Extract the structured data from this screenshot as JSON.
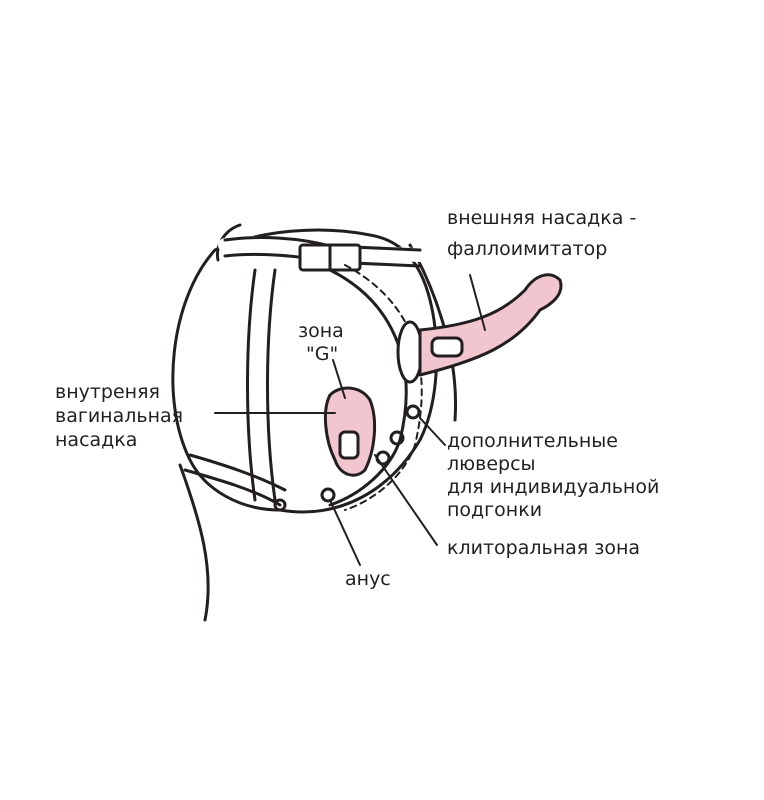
{
  "labels": {
    "external_attachment": [
      "внешняя насадка -",
      "фаллоимитатор"
    ],
    "g_zone": [
      "зона",
      "\"G\""
    ],
    "internal_attachment": [
      "внутреняя",
      "вагинальная",
      "насадка"
    ],
    "grommets": [
      "дополнительные",
      "люверсы",
      "для индивидуальной",
      "подгонки"
    ],
    "clitoral_zone": "клиторальная зона",
    "anus": "анус"
  },
  "colors": {
    "line": "#231f20",
    "accent_pink": "#f2c6cf"
  }
}
